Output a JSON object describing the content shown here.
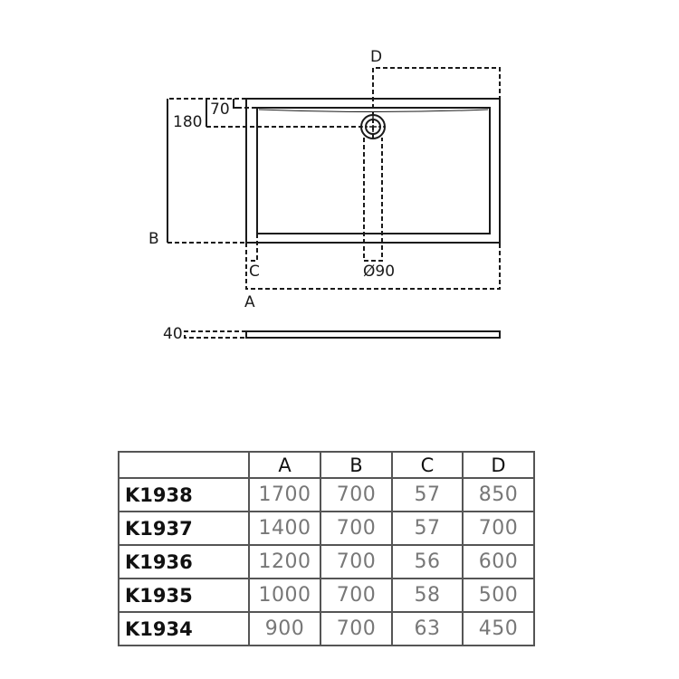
{
  "drawing": {
    "plan_view": {
      "labels": {
        "A": "A",
        "B": "B",
        "C": "C",
        "D": "D",
        "drain_offset_long": "180",
        "rim_offset": "70",
        "drain_diameter": "Ø90"
      }
    },
    "profile_view": {
      "height_label": "40"
    }
  },
  "table": {
    "headers": [
      "",
      "A",
      "B",
      "C",
      "D"
    ],
    "rows": [
      {
        "model": "K1938",
        "A": "1700",
        "B": "700",
        "C": "57",
        "D": "850"
      },
      {
        "model": "K1937",
        "A": "1400",
        "B": "700",
        "C": "57",
        "D": "700"
      },
      {
        "model": "K1936",
        "A": "1200",
        "B": "700",
        "C": "56",
        "D": "600"
      },
      {
        "model": "K1935",
        "A": "1000",
        "B": "700",
        "C": "58",
        "D": "500"
      },
      {
        "model": "K1934",
        "A": "900",
        "B": "700",
        "C": "63",
        "D": "450"
      }
    ]
  },
  "colors": {
    "line": "#1a1a1a",
    "table_border": "#555555",
    "value_text": "#777777",
    "model_text": "#111111"
  }
}
